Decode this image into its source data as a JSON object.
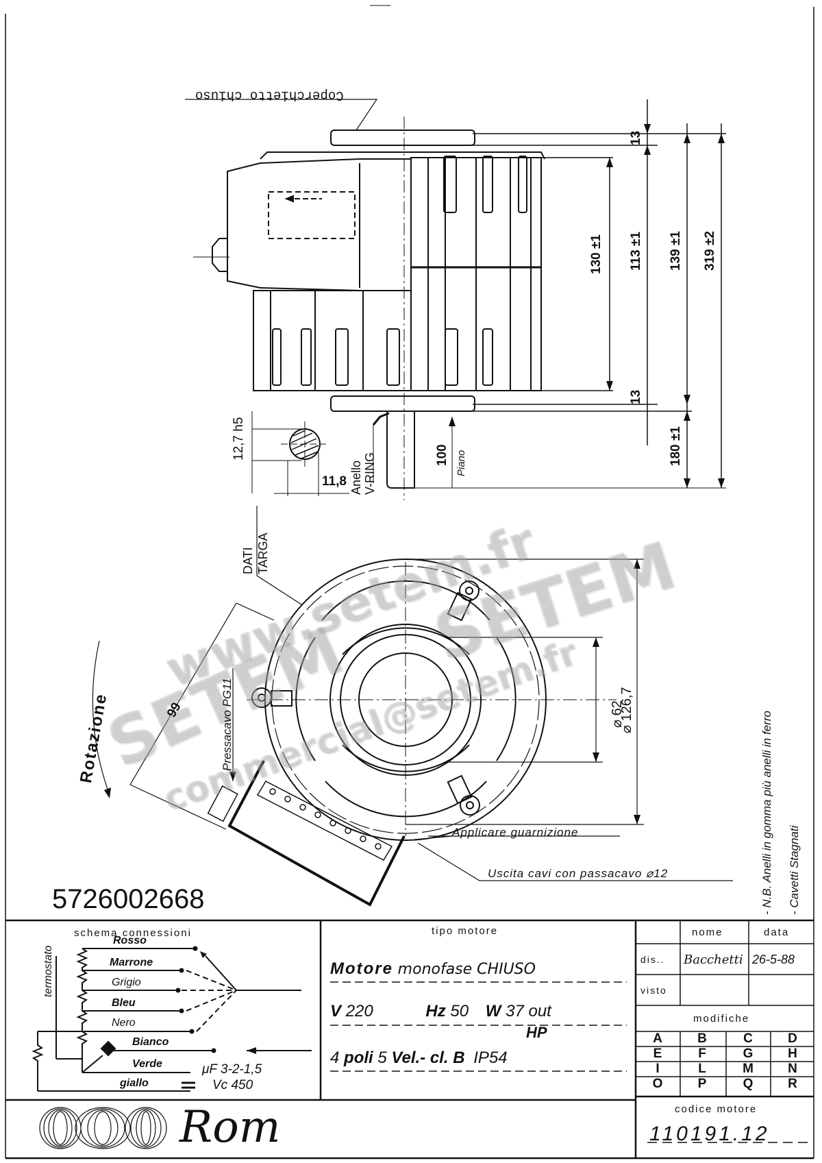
{
  "document": {
    "number": "5726002668",
    "watermarks": [
      "www.setem.fr",
      "SETEM",
      "SETEM",
      "commercial@setem.fr"
    ]
  },
  "side_view": {
    "labels": {
      "cover_note": "Coperchietto chiuso",
      "v_ring_1": "Anello",
      "v_ring_2": "V-RING",
      "plane": "Piano"
    },
    "dimensions": {
      "flange_top": "13",
      "flange_bottom": "13",
      "body": "130 ±1",
      "between_flanges": "113 ±1",
      "overall_body": "139 ±1",
      "total": "319 ±2",
      "shaft_total": "180 ±1",
      "shaft_length": "100",
      "shaft_diameter": "12,7 h5",
      "shaft_flat": "11,8"
    }
  },
  "front_view": {
    "labels": {
      "rotation": "Rotazione",
      "nameplate_1": "DATI",
      "nameplate_2": "TARGA",
      "cable_gland": "Pressacavo PG11",
      "gasket": "Applicare guarnizione",
      "cable_exit": "Uscita cavi  con passacavo ⌀12"
    },
    "dimensions": {
      "terminal_reach": "99",
      "inner_diameter": "⌀ 62",
      "outer_diameter": "⌀ 126,7"
    }
  },
  "notes": {
    "line1": "- N.B. Anelli in gomma più anelli in ferro",
    "line2": "- Cavetti  Stagnati"
  },
  "title_block": {
    "schema": {
      "title": "schema   connessioni",
      "thermostat": "termostato",
      "wires": [
        "Rosso",
        "Marrone",
        "Grigio",
        "Bleu",
        "Nero",
        "Bianco",
        "Verde",
        "giallo"
      ],
      "capacitor_1": "μF  3-2-1,5",
      "capacitor_2": "Vc  450"
    },
    "motor_type": {
      "header": "tipo  motore",
      "line1_bold": "Motore",
      "line1_rest": "monofase  CHIUSO",
      "v_label": "V",
      "v_value": "220",
      "hz_label": "Hz",
      "hz_value": "50",
      "w_label": "W",
      "w_value": "37 out",
      "hp_label": "HP",
      "poles_value": "4",
      "poles_label": "poli",
      "speeds_value": "5",
      "speeds_label": "Vel.-",
      "class_label": "cl. B",
      "ip_value": "IP54"
    },
    "signoff": {
      "col_name": "nome",
      "col_date": "data",
      "rows": [
        {
          "label": "dis..",
          "name": "Bacchetti",
          "date": "26-5-88"
        },
        {
          "label": "visto",
          "name": "",
          "date": ""
        }
      ]
    },
    "modifications": {
      "header": "modifiche",
      "grid": [
        [
          "A",
          "B",
          "C",
          "D"
        ],
        [
          "E",
          "F",
          "G",
          "H"
        ],
        [
          "I",
          "L",
          "M",
          "N"
        ],
        [
          "O",
          "P",
          "Q",
          "R"
        ]
      ]
    },
    "logo_text": "Rom",
    "motor_code": {
      "header": "codice  motore",
      "value": "110191.12"
    }
  }
}
